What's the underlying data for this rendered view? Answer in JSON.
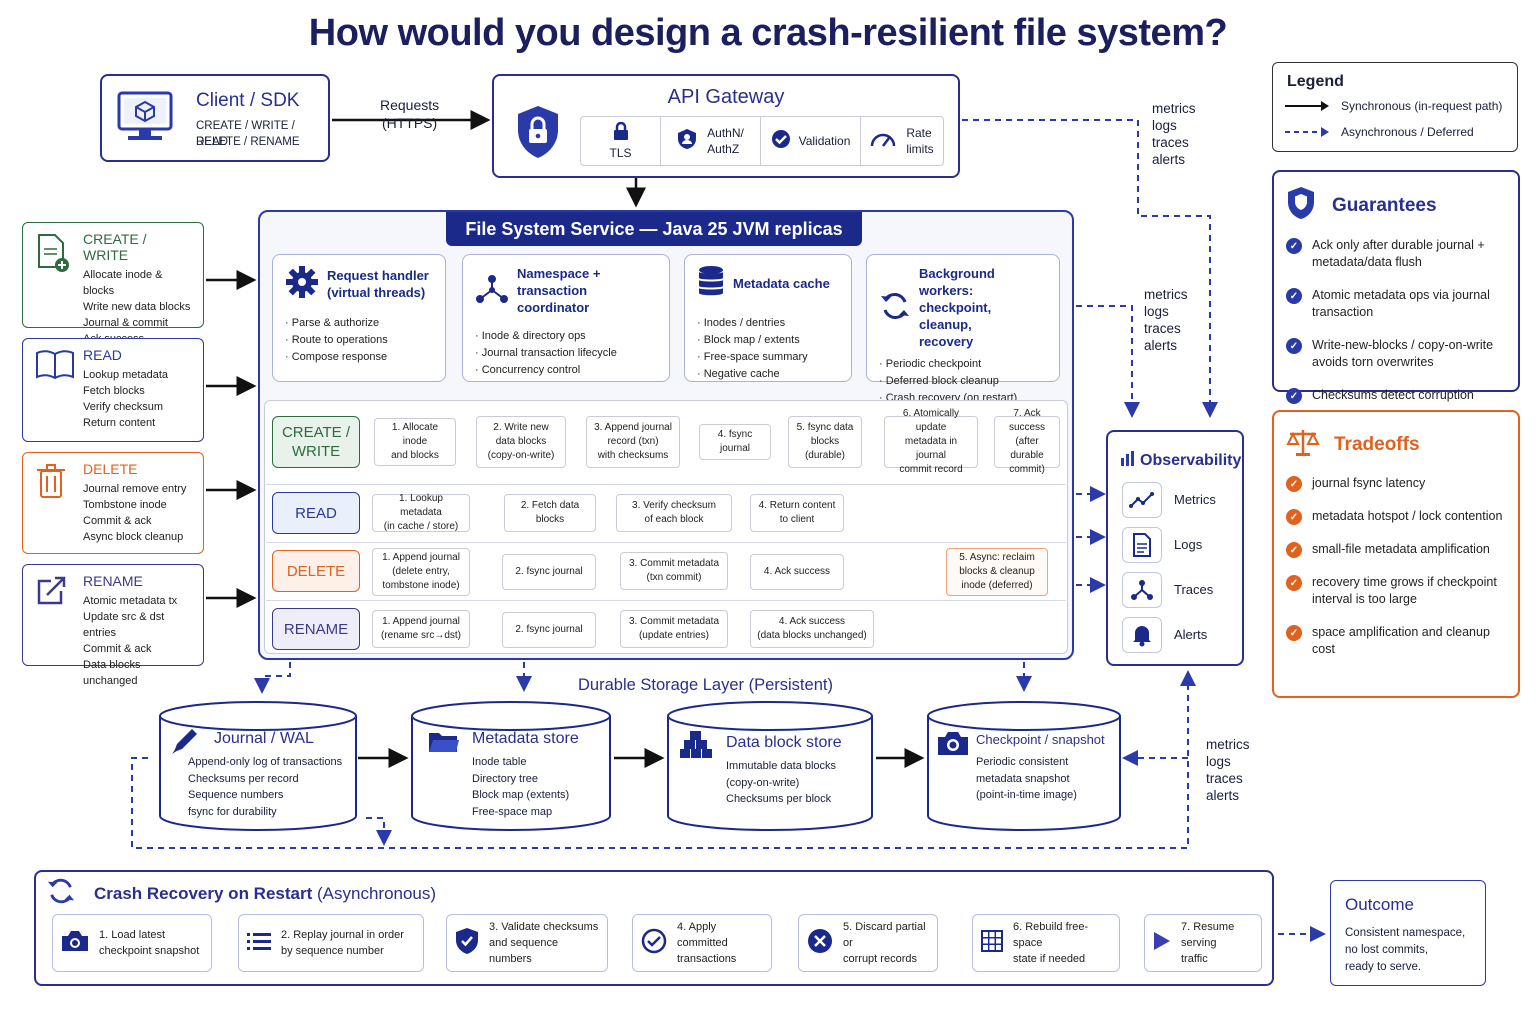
{
  "title": "How would you design a crash-resilient file system?",
  "client": {
    "title": "Client / SDK",
    "ops1": "CREATE / WRITE / READ",
    "ops2": "DELETE / RENAME",
    "req1": "Requests",
    "req2": "(HTTPS)"
  },
  "gateway": {
    "title": "API Gateway",
    "tls": "TLS",
    "auth1": "AuthN/",
    "auth2": "AuthZ",
    "validation": "Validation",
    "rate1": "Rate",
    "rate2": "limits"
  },
  "telemetry": {
    "metrics": "metrics",
    "logs": "logs",
    "traces": "traces",
    "alerts": "alerts"
  },
  "legend": {
    "title": "Legend",
    "sync": "Synchronous (in-request path)",
    "async": "Asynchronous / Deferred"
  },
  "guarantees": {
    "title": "Guarantees",
    "items": [
      "Ack only after durable journal + metadata/data flush",
      "Atomic metadata ops via journal transaction",
      "Write-new-blocks / copy-on-write avoids torn overwrites",
      "Checksums detect corruption"
    ]
  },
  "tradeoffs": {
    "title": "Tradeoffs",
    "items": [
      "journal fsync latency",
      "metadata hotspot / lock contention",
      "small-file metadata amplification",
      "recovery time grows if checkpoint interval is too large",
      "space amplification and cleanup cost"
    ]
  },
  "service": {
    "title": "File System Service — Java 25 JVM replicas",
    "handler": {
      "t1": "Request handler",
      "t2": "(virtual threads)",
      "items": [
        "Parse & authorize",
        "Route to operations",
        "Compose response"
      ]
    },
    "namespace": {
      "t1": "Namespace +",
      "t2": "transaction coordinator",
      "items": [
        "Inode & directory ops",
        "Journal transaction lifecycle",
        "Concurrency control"
      ]
    },
    "cache": {
      "t1": "Metadata cache",
      "items": [
        "Inodes / dentries",
        "Block map / extents",
        "Free-space summary",
        "Negative cache"
      ]
    },
    "workers": {
      "t1": "Background workers:",
      "t2": "checkpoint, cleanup,",
      "t3": "recovery",
      "items": [
        "Periodic checkpoint",
        "Deferred block cleanup",
        "Crash recovery (on restart)"
      ]
    }
  },
  "left_ops": [
    {
      "name": "CREATE / WRITE",
      "lines": [
        "Allocate inode & blocks",
        "Write new data blocks",
        "Journal & commit",
        "Ack success"
      ],
      "color": "#2e6b3f"
    },
    {
      "name": "READ",
      "lines": [
        "Lookup metadata",
        "Fetch blocks",
        "Verify checksum",
        "Return content"
      ],
      "color": "#2a3a9a"
    },
    {
      "name": "DELETE",
      "lines": [
        "Journal remove entry",
        "Tombstone inode",
        "Commit & ack",
        "Async block cleanup"
      ],
      "color": "#e0621e"
    },
    {
      "name": "RENAME",
      "lines": [
        "Atomic metadata tx",
        "Update src & dst entries",
        "Commit & ack",
        "Data blocks unchanged"
      ],
      "color": "#3b3a8a"
    }
  ],
  "flows": {
    "create": {
      "label1": "CREATE /",
      "label2": "WRITE",
      "steps": [
        [
          "1. Allocate inode",
          "and blocks"
        ],
        [
          "2. Write new",
          "data blocks",
          "(copy-on-write)"
        ],
        [
          "3. Append journal",
          "record (txn)",
          "with checksums"
        ],
        [
          "4. fsync journal"
        ],
        [
          "5. fsync data",
          "blocks",
          "(durable)"
        ],
        [
          "6. Atomically update",
          "metadata in journal",
          "commit record"
        ],
        [
          "7. Ack success",
          "(after durable",
          "commit)"
        ]
      ]
    },
    "read": {
      "label": "READ",
      "steps": [
        [
          "1. Lookup metadata",
          "(in cache / store)"
        ],
        [
          "2. Fetch data",
          "blocks"
        ],
        [
          "3. Verify checksum",
          "of each block"
        ],
        [
          "4. Return content",
          "to client"
        ]
      ]
    },
    "delete": {
      "label": "DELETE",
      "steps": [
        [
          "1. Append journal",
          "(delete entry,",
          "tombstone inode)"
        ],
        [
          "2. fsync journal"
        ],
        [
          "3. Commit metadata",
          "(txn commit)"
        ],
        [
          "4. Ack success"
        ],
        [
          "5. Async: reclaim",
          "blocks & cleanup",
          "inode (deferred)"
        ]
      ]
    },
    "rename": {
      "label": "RENAME",
      "steps": [
        [
          "1. Append journal",
          "(rename src→dst)"
        ],
        [
          "2. fsync journal"
        ],
        [
          "3. Commit metadata",
          "(update entries)"
        ],
        [
          "4. Ack success",
          "(data blocks unchanged)"
        ]
      ]
    }
  },
  "observability": {
    "title": "Observability",
    "items": [
      "Metrics",
      "Logs",
      "Traces",
      "Alerts"
    ]
  },
  "storage": {
    "title": "Durable Storage Layer (Persistent)",
    "journal": {
      "title": "Journal / WAL",
      "lines": [
        "Append-only log of transactions",
        "Checksums per record",
        "Sequence numbers",
        "fsync for durability"
      ]
    },
    "metadata": {
      "title": "Metadata store",
      "lines": [
        "Inode table",
        "Directory tree",
        "Block map (extents)",
        "Free-space map"
      ]
    },
    "data": {
      "title": "Data block store",
      "lines": [
        "Immutable data blocks",
        "(copy-on-write)",
        "Checksums per block"
      ]
    },
    "checkpoint": {
      "title": "Checkpoint / snapshot",
      "lines": [
        "Periodic consistent",
        "metadata snapshot",
        "(point-in-time image)"
      ]
    }
  },
  "recovery": {
    "title": "Crash Recovery on Restart",
    "sub": "(Asynchronous)",
    "steps": [
      [
        "1. Load latest",
        "checkpoint snapshot"
      ],
      [
        "2. Replay journal in order",
        "by sequence number"
      ],
      [
        "3. Validate checksums",
        "and sequence numbers"
      ],
      [
        "4. Apply committed",
        "transactions"
      ],
      [
        "5. Discard partial or",
        "corrupt records"
      ],
      [
        "6. Rebuild free-space",
        "state if needed"
      ],
      [
        "7. Resume serving",
        "traffic"
      ]
    ]
  },
  "outcome": {
    "title": "Outcome",
    "lines": [
      "Consistent namespace,",
      "no lost commits,",
      "ready to serve."
    ]
  }
}
